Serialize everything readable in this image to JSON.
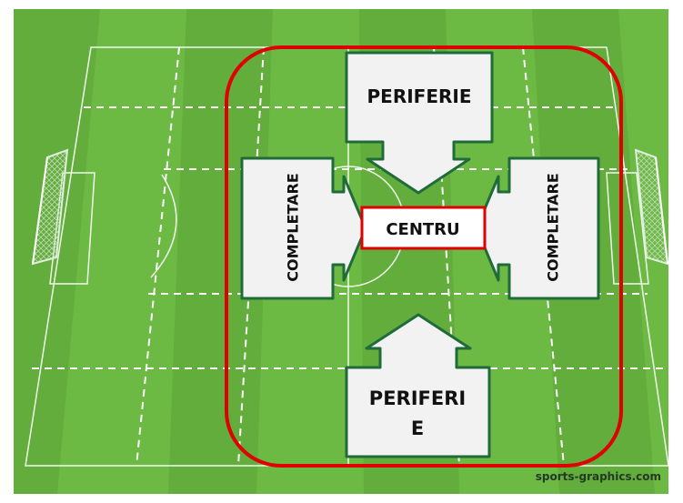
{
  "boxes": {
    "top": "PERIFERIE",
    "bottom_line1": "PERIFERI",
    "bottom_line2": "E",
    "left": "COMPLETARE",
    "right": "COMPLETARE",
    "center": "CENTRU"
  },
  "watermark": "sports-graphics.com",
  "colors": {
    "grass_light": "#73c04a",
    "grass_dark": "#62ad3b",
    "outline_red": "#e00000",
    "box_fill": "#f2f2f2",
    "arrow_outline": "#1f6b3a"
  }
}
